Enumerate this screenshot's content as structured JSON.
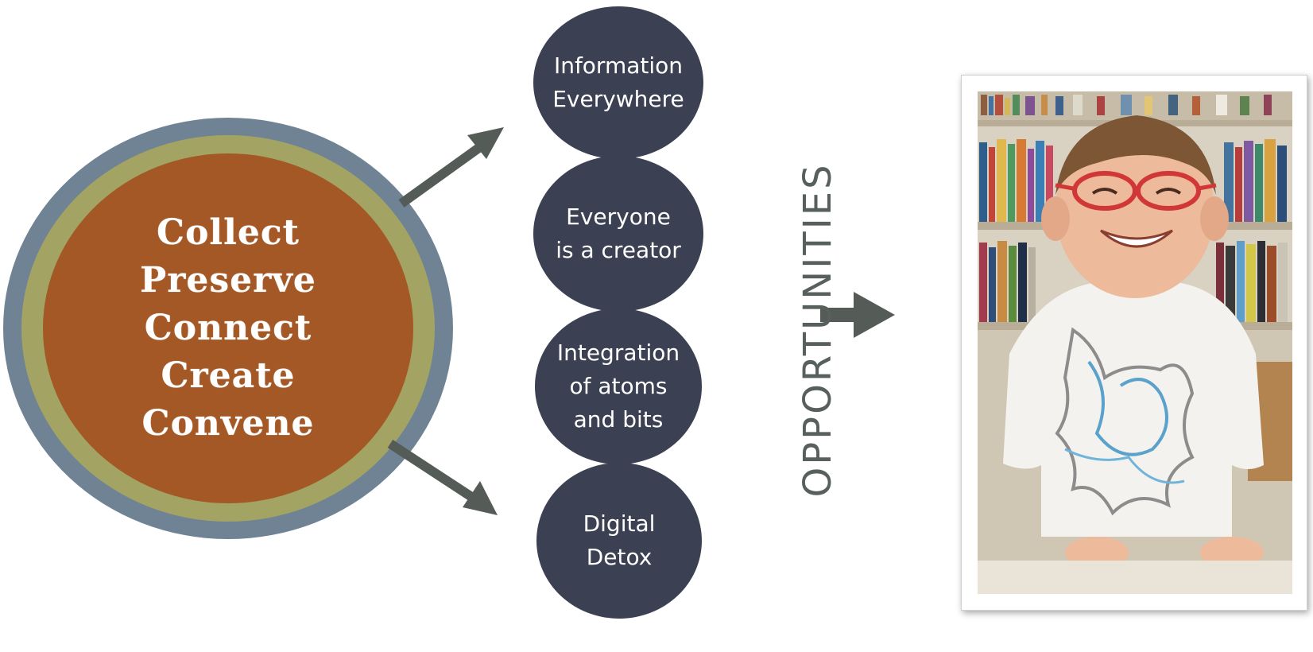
{
  "colors": {
    "outer_ring": "#6f8394",
    "middle_ring": "#a3a463",
    "inner_circle": "#a45825",
    "opportunity_circle": "#3b4152",
    "arrow": "#555c58",
    "title_text": "#58605c"
  },
  "core": {
    "words": [
      "Collect",
      "Preserve",
      "Connect",
      "Create",
      "Convene"
    ]
  },
  "opportunities": [
    {
      "lines": [
        "Information",
        "Everywhere"
      ]
    },
    {
      "lines": [
        "Everyone",
        "is a creator"
      ]
    },
    {
      "lines": [
        "Integration",
        "of  atoms",
        "and bits"
      ]
    },
    {
      "lines": [
        "Digital",
        "Detox"
      ]
    }
  ],
  "heading": "OPPORTUNITIES",
  "photo": {
    "icon": "smiling-child-photo"
  }
}
